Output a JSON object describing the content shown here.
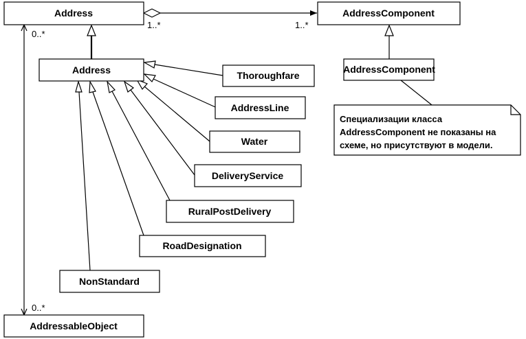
{
  "classes": {
    "address_top": "Address",
    "address_component_top": "AddressComponent",
    "address": "Address",
    "address_component": "AddressComponent",
    "thoroughfare": "Thoroughfare",
    "address_line": "AddressLine",
    "water": "Water",
    "delivery_service": "DeliveryService",
    "rural_post_delivery": "RuralPostDelivery",
    "road_designation": "RoadDesignation",
    "non_standard": "NonStandard",
    "addressable_object": "AddressableObject"
  },
  "multiplicities": {
    "aggregation_source": "1..*",
    "aggregation_target": "1..*",
    "association_top": "0..*",
    "association_bottom": "0..*"
  },
  "note": {
    "line1": "Специализации класса",
    "line2": "AddressComponent не показаны на",
    "line3": "схеме, но присутствуют в модели."
  }
}
